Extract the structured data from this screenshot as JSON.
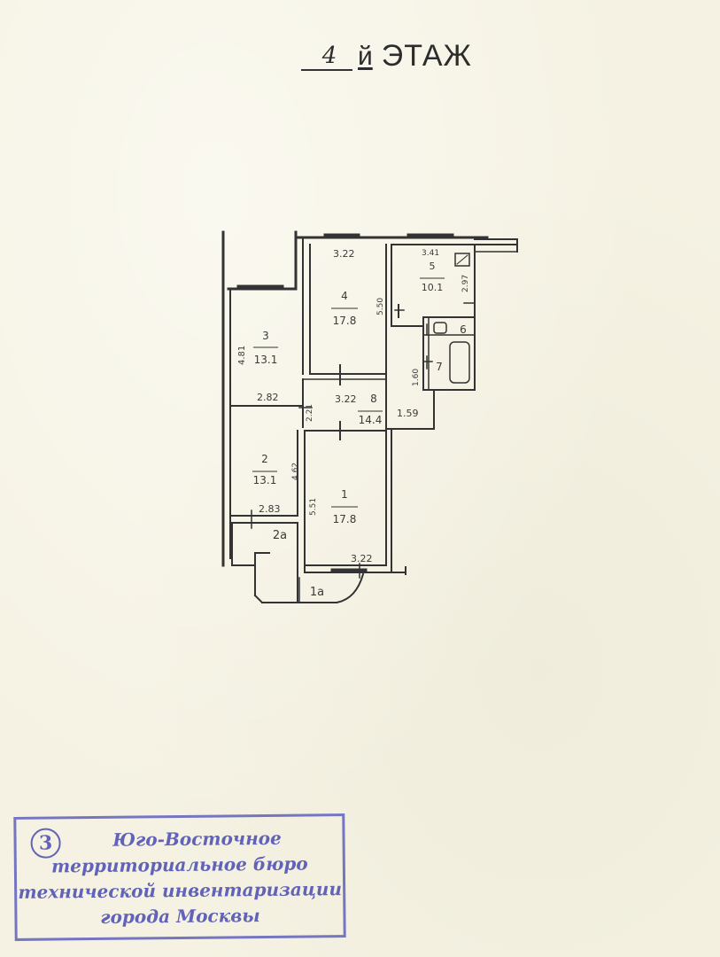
{
  "header": {
    "floor_number": "4",
    "floor_suffix": "й",
    "floor_word": "ЭТАЖ"
  },
  "plan": {
    "rooms": {
      "r1_num": "1",
      "r1_area": "17.8",
      "r2_num": "2",
      "r2_area": "13.1",
      "r3_num": "3",
      "r3_area": "13.1",
      "r4_num": "4",
      "r4_area": "17.8",
      "r5_num": "5",
      "r5_area": "10.1",
      "r6_num": "6",
      "r7_num": "7",
      "r8_num": "8",
      "r8_area": "14.4",
      "r1a": "1а",
      "r2a": "2а"
    },
    "dims": {
      "d_top4": "3.22",
      "d_top5": "3.41",
      "d_r5_side": "2.97",
      "d_r4_side": "5.50",
      "d_r3_side": "4.81",
      "d_r3_bottom": "2.82",
      "d_r8_left": "2.21",
      "d_r8_top": "3.22",
      "d_r7_side": "1.60",
      "d_corr": "1.59",
      "d_r2_side": "4.62",
      "d_r1_side": "5.51",
      "d_r2_bottom": "2.83",
      "d_r1_bottom": "3.22"
    }
  },
  "stamp": {
    "number": "3",
    "line1": "Юго-Восточное",
    "line2": "территориальное бюро",
    "line3": "технической инвентаризации",
    "line4": "города Москвы"
  },
  "colors": {
    "paper": "#f5f2e3",
    "ink": "#333333",
    "stamp_ink": "#5557b5"
  }
}
